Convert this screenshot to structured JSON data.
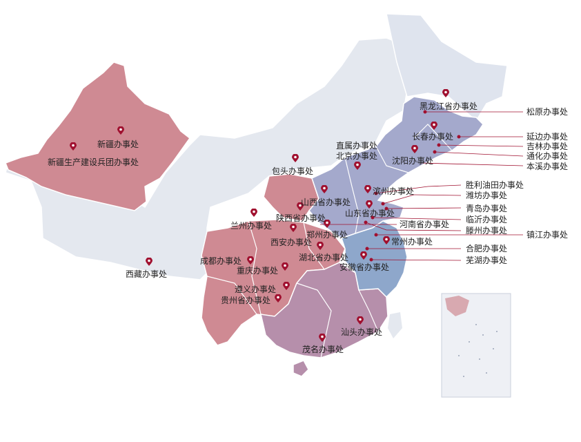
{
  "colors": {
    "base": "#e4e8ef",
    "red": "#cf8a93",
    "purple": "#b68fab",
    "lavender": "#a4a9cc",
    "blue": "#8ea7cb",
    "pin": "#a0102f",
    "line": "#a0102f"
  },
  "offices": [
    {
      "id": "xinjiang",
      "name": "新疆办事处"
    },
    {
      "id": "bingtuan",
      "name": "新疆生产建设兵团办事处"
    },
    {
      "id": "xizang",
      "name": "西藏办事处"
    },
    {
      "id": "baotou",
      "name": "包头办事处"
    },
    {
      "id": "lanzhou",
      "name": "兰州办事处"
    },
    {
      "id": "shanxi",
      "name": "山西省办事处"
    },
    {
      "id": "shaanxi",
      "name": "陕西省办事处"
    },
    {
      "id": "xian",
      "name": "西安办事处"
    },
    {
      "id": "zhengzhou",
      "name": "郑州办事处"
    },
    {
      "id": "chengdu",
      "name": "成都办事处"
    },
    {
      "id": "chongqing",
      "name": "重庆办事处"
    },
    {
      "id": "hubei",
      "name": "湖北省办事处"
    },
    {
      "id": "zunyi",
      "name": "遵义办事处"
    },
    {
      "id": "guizhou",
      "name": "贵州省办事处"
    },
    {
      "id": "shantou",
      "name": "汕头办事处"
    },
    {
      "id": "maoming",
      "name": "茂名办事处"
    },
    {
      "id": "zhili",
      "name": "直属办事处"
    },
    {
      "id": "beijing",
      "name": "北京办事处"
    },
    {
      "id": "shenyang",
      "name": "沈阳办事处"
    },
    {
      "id": "changchun",
      "name": "长春办事处"
    },
    {
      "id": "heilongjiang",
      "name": "黑龙江省办事处"
    },
    {
      "id": "binzhou",
      "name": "滨州办事处"
    },
    {
      "id": "shandong",
      "name": "山东省办事处"
    },
    {
      "id": "changzhou",
      "name": "常州办事处"
    },
    {
      "id": "anhui",
      "name": "安徽省办事处"
    }
  ],
  "callouts": [
    {
      "id": "songyuan",
      "name": "松原办事处"
    },
    {
      "id": "yanbian",
      "name": "延边办事处"
    },
    {
      "id": "jilin",
      "name": "吉林办事处"
    },
    {
      "id": "tonghua",
      "name": "通化办事处"
    },
    {
      "id": "benxi",
      "name": "本溪办事处"
    },
    {
      "id": "shengli",
      "name": "胜利油田办事处"
    },
    {
      "id": "weifang",
      "name": "潍坊办事处"
    },
    {
      "id": "qingdao",
      "name": "青岛办事处"
    },
    {
      "id": "linyi",
      "name": "临沂办事处"
    },
    {
      "id": "henan",
      "name": "河南省办事处"
    },
    {
      "id": "tengzhou",
      "name": "滕州办事处"
    },
    {
      "id": "zhenjiang",
      "name": "镇江办事处"
    },
    {
      "id": "hefei",
      "name": "合肥办事处"
    },
    {
      "id": "wuhu",
      "name": "芜湖办事处"
    }
  ]
}
